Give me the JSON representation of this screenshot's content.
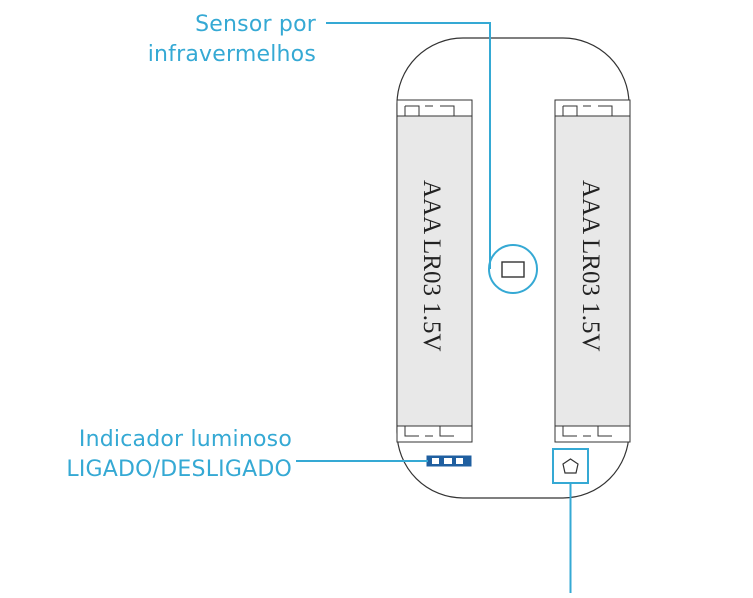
{
  "colors": {
    "accent": "#35a9d4",
    "outline": "#333333",
    "battery_fill": "#e8e8e8",
    "background": "#ffffff"
  },
  "labels": {
    "sensor_line1": "Sensor por",
    "sensor_line2": "infravermelhos",
    "led_line1": "Indicador luminoso",
    "led_line2": "LIGADO/DESLIGADO"
  },
  "batteries": [
    {
      "label": "AAA LR03 1.5V"
    },
    {
      "label": "AAA LR03 1.5V"
    }
  ]
}
